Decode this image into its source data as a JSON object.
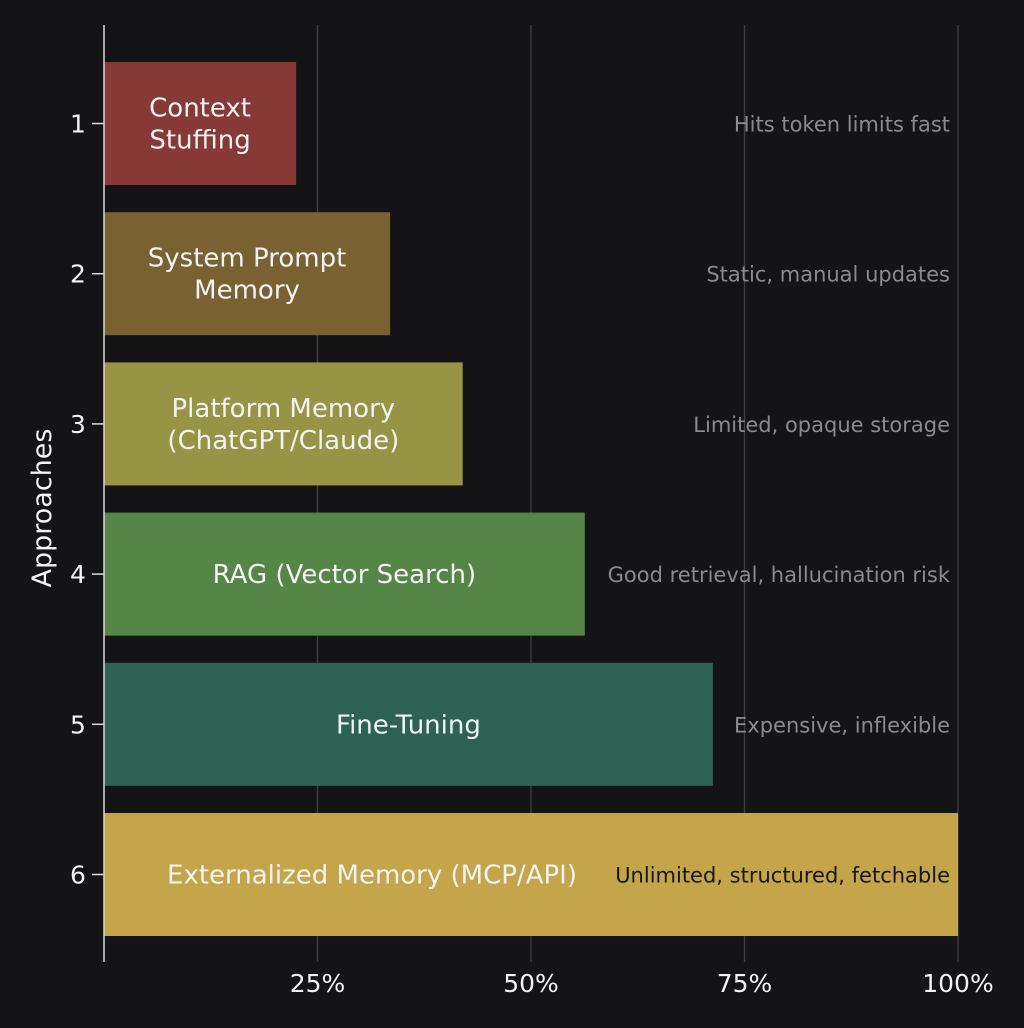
{
  "chart_data": {
    "type": "bar",
    "orientation": "horizontal",
    "title": "",
    "xlabel": "",
    "ylabel": "Approaches",
    "xlim": [
      0,
      100
    ],
    "x_ticks": [
      25,
      50,
      75,
      100
    ],
    "x_tick_labels": [
      "25%",
      "50%",
      "75%",
      "100%"
    ],
    "grid": "vertical",
    "categories": [
      "1",
      "2",
      "3",
      "4",
      "5",
      "6"
    ],
    "bar_labels": [
      [
        "Context",
        "Stuffing"
      ],
      [
        "System Prompt",
        "Memory"
      ],
      [
        "Platform Memory",
        "(ChatGPT/Claude)"
      ],
      [
        "RAG (Vector Search)"
      ],
      [
        "Fine-Tuning"
      ],
      [
        "Externalized Memory (MCP/API)"
      ]
    ],
    "values": [
      22.5,
      33.5,
      42,
      56.3,
      71.3,
      100
    ],
    "annotations": [
      "Hits token limits fast",
      "Static, manual updates",
      "Limited, opaque storage",
      "Good retrieval, hallucination risk",
      "Expensive, inflexible",
      "Unlimited, structured, fetchable"
    ],
    "colors": [
      "#863935",
      "#7a6131",
      "#989446",
      "#568548",
      "#2e6253",
      "#c5a54a"
    ],
    "text_color": "#f3f3f3",
    "annotation_color": "#8b8b8f",
    "annotation_color_on_bar": "#161616",
    "grid_color": "#3d3d42",
    "axis_color": "#d9d9d9"
  }
}
